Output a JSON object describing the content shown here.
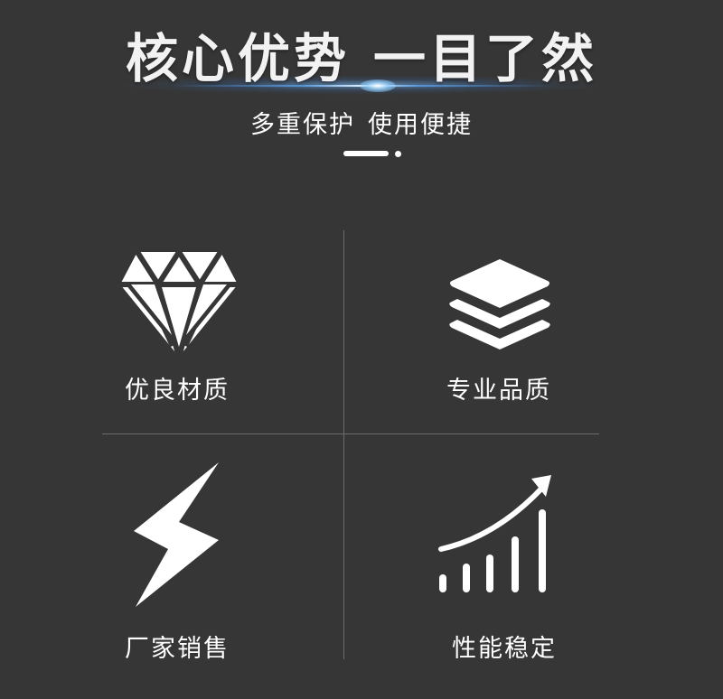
{
  "header": {
    "title_part1": "核心优势",
    "title_part2": "一目了然",
    "subtitle_part1": "多重保护",
    "subtitle_part2": "使用便捷"
  },
  "features": [
    {
      "label": "优良材质",
      "icon": "diamond-icon"
    },
    {
      "label": "专业品质",
      "icon": "layers-icon"
    },
    {
      "label": "厂家销售",
      "icon": "lightning-icon"
    },
    {
      "label": "性能稳定",
      "icon": "growth-chart-icon"
    }
  ],
  "colors": {
    "background": "#363636",
    "foreground": "#ffffff",
    "divider": "#6c6c6c",
    "glow": "#78beff"
  }
}
